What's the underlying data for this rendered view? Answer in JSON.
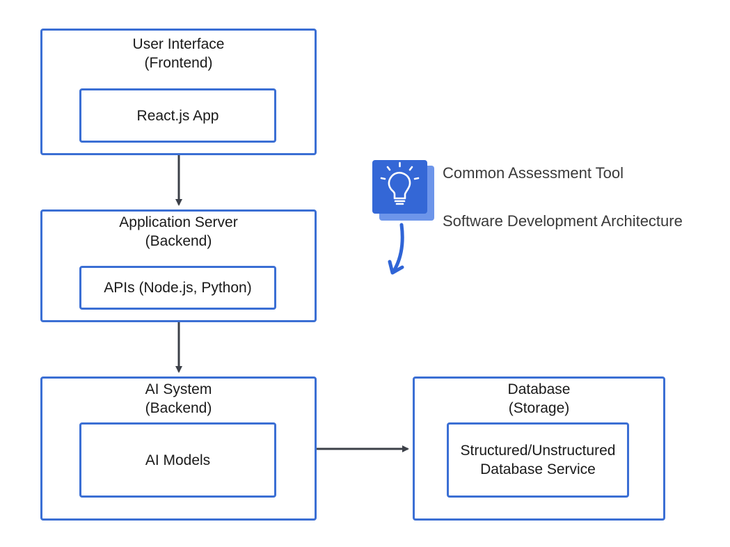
{
  "boxes": {
    "ui": {
      "title_line1": "User Interface",
      "title_line2": "(Frontend)",
      "inner": "React.js App"
    },
    "app_server": {
      "title_line1": "Application Server",
      "title_line2": "(Backend)",
      "inner": "APIs (Node.js, Python)"
    },
    "ai_system": {
      "title_line1": "AI System",
      "title_line2": "(Backend)",
      "inner": "AI Models"
    },
    "database": {
      "title_line1": "Database",
      "title_line2": "(Storage)",
      "inner_line1": "Structured/Unstructured",
      "inner_line2": "Database Service"
    }
  },
  "legend": {
    "title": "Common Assessment Tool",
    "subtitle": "Software Development Architecture",
    "icon": "lightbulb-icon"
  },
  "colors": {
    "box_border": "#3b6fd4",
    "arrow": "#3c4048",
    "icon_bg": "#3467d6",
    "icon_shadow": "#6d95ea",
    "curved_arrow": "#2f64d6"
  }
}
